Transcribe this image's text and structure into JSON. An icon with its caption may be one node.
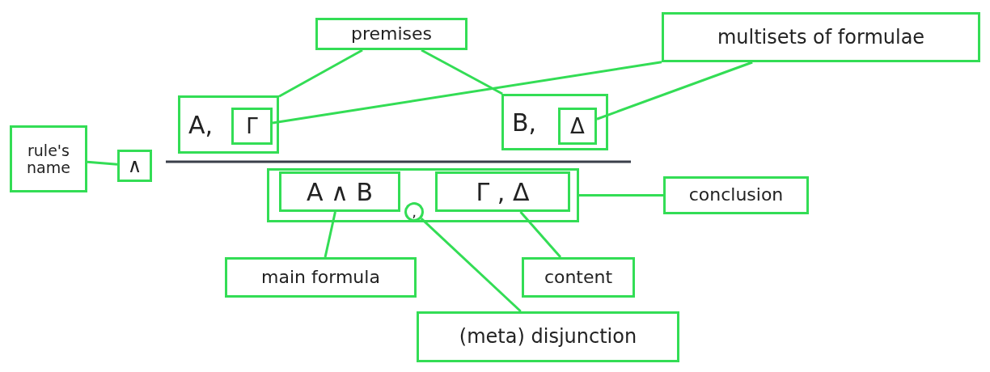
{
  "diagram": {
    "nodes": [
      {
        "text": [
          "premises"
        ]
      },
      {
        "text": [
          "multisets of formulae"
        ]
      },
      {
        "text": [
          "rule's name"
        ]
      },
      {
        "text": [
          "∧"
        ]
      },
      {
        "text": [
          "A,"
        ]
      },
      {
        "text": [
          "Γ"
        ],
        "in": 4
      },
      {
        "text": [
          "B,"
        ]
      },
      {
        "text": [
          "Δ"
        ],
        "in": 6
      },
      {
        "text": [],
        "shape": "box"
      },
      {
        "text": [
          "A ∧ B"
        ],
        "in": 8
      },
      {
        "text": [
          ","
        ],
        "in": 8
      },
      {
        "text": [
          "Γ , Δ"
        ],
        "in": 8
      },
      {
        "text": [
          "conclusion"
        ]
      },
      {
        "text": [
          "main formula"
        ]
      },
      {
        "text": [
          "content"
        ]
      },
      {
        "text": [
          "(meta) disjunction"
        ]
      }
    ],
    "edges": [
      {
        "from": 0,
        "to": 4,
        "arrow": "none"
      },
      {
        "from": 0,
        "to": 6,
        "arrow": "none"
      },
      {
        "from": 1,
        "to": 5,
        "arrow": "none"
      },
      {
        "from": 1,
        "to": 7,
        "arrow": "none"
      },
      {
        "from": 2,
        "to": 3,
        "arrow": "none"
      },
      {
        "from": 8,
        "to": 12,
        "arrow": "none"
      },
      {
        "from": 13,
        "to": 9,
        "arrow": "none"
      },
      {
        "from": 15,
        "to": 10,
        "arrow": "none"
      },
      {
        "from": 14,
        "to": 11,
        "arrow": "none"
      }
    ]
  }
}
